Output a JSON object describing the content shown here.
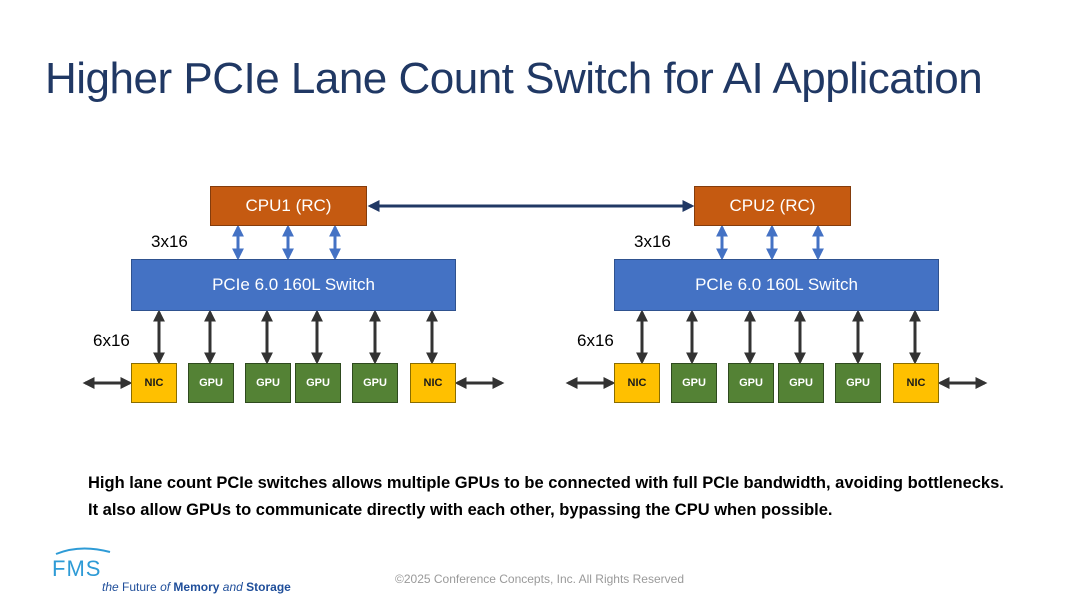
{
  "title": "Higher PCIe Lane Count Switch for AI Application",
  "left": {
    "cpu": "CPU1 (RC)",
    "switch": "PCIe 6.0 160L Switch",
    "upstream_label": "3x16",
    "downstream_label": "6x16",
    "devices": [
      "NIC",
      "GPU",
      "GPU",
      "GPU",
      "GPU",
      "NIC"
    ]
  },
  "right": {
    "cpu": "CPU2 (RC)",
    "switch": "PCIe 6.0 160L Switch",
    "upstream_label": "3x16",
    "downstream_label": "6x16",
    "devices": [
      "NIC",
      "GPU",
      "GPU",
      "GPU",
      "GPU",
      "NIC"
    ]
  },
  "caption": "High lane count PCIe switches allows multiple GPUs to be connected with full PCIe bandwidth, avoiding bottlenecks. It also allow GPUs to communicate directly with each other, bypassing the CPU when possible.",
  "copyright": "©2025 Conference Concepts, Inc. All Rights Reserved",
  "logo": {
    "mark": "FMS",
    "tagline_the": "the",
    "tagline_future": "Future",
    "tagline_of": "of",
    "tagline_memory": "Memory",
    "tagline_and": "and",
    "tagline_storage": "Storage"
  },
  "colors": {
    "title": "#203864",
    "cpu": "#C55A11",
    "switch": "#4472C4",
    "nic": "#FFC000",
    "gpu": "#548235",
    "link_blue": "#4472C4",
    "link_dark": "#203864"
  }
}
